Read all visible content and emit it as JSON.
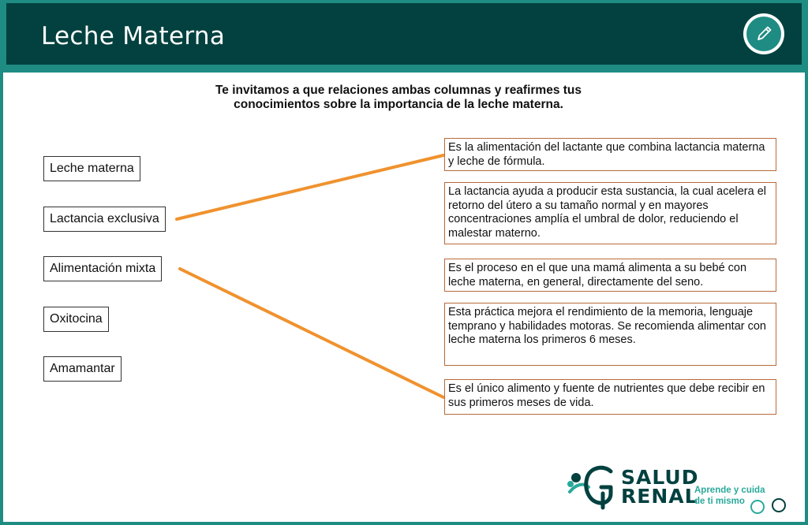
{
  "header": {
    "title": "Leche Materna",
    "edit_icon": "pencil-icon"
  },
  "instructions": {
    "line1": "Te invitamos a que relaciones ambas columnas y reafirmes tus",
    "line2": "conocimientos sobre la importancia de la leche materna."
  },
  "terms": [
    "Leche materna",
    "Lactancia exclusiva",
    "Alimentación mixta",
    "Oxitocina",
    "Amamantar"
  ],
  "definitions": [
    "Es la alimentación del lactante que combina lactancia materna y leche de fórmula.",
    "La lactancia ayuda a producir esta sustancia, la cual acelera el retorno del útero a su tamaño normal y en mayores concentraciones amplía el umbral de dolor, reduciendo el malestar materno.",
    "Es el proceso en el que una mamá alimenta a su bebé con leche materna, en general, directamente del seno.",
    "Esta práctica mejora el rendimiento de la memoria, lenguaje temprano y habilidades motoras. Se recomienda alimentar con leche materna los primeros 6 meses.",
    "Es el único alimento y fuente de nutrientes que debe recibir en sus primeros meses de vida."
  ],
  "connections": [
    {
      "term": "Lactancia exclusiva",
      "definition_index": 0
    },
    {
      "term": "Alimentación mixta",
      "definition_index": 4
    }
  ],
  "logo": {
    "line1": "SALUD",
    "line2": "RENAL",
    "tagline1": "Aprende y cuida",
    "tagline2": "de ti mismo"
  },
  "colors": {
    "header_dark": "#02413f",
    "header_accent": "#1f8c83",
    "connector": "#f0922e",
    "definition_border": "#b86a3a"
  }
}
